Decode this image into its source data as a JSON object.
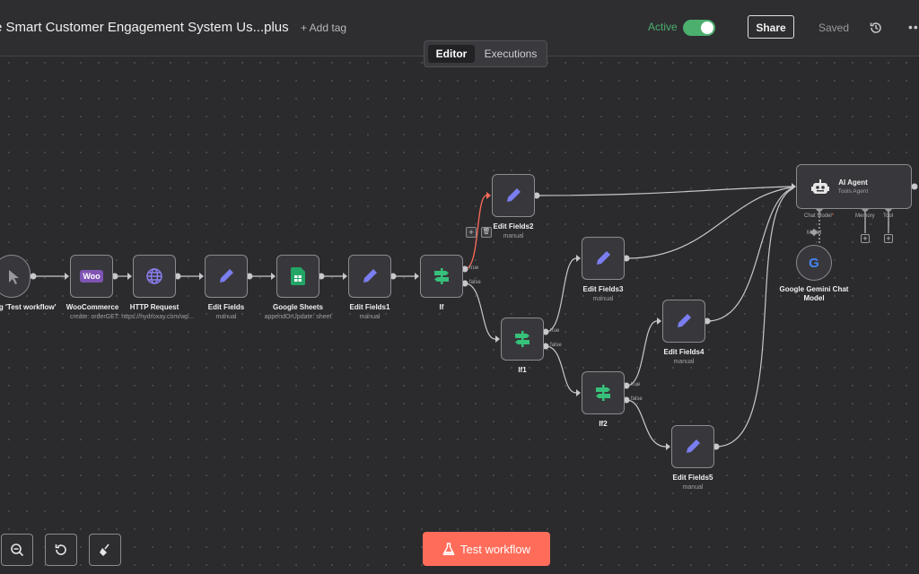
{
  "header": {
    "title": "e Smart Customer Engagement System Us...plus",
    "add_tag": "+ Add tag",
    "active_label": "Active",
    "share": "Share",
    "saved": "Saved",
    "more": "•••"
  },
  "tabs": [
    "Editor",
    "Executions"
  ],
  "nodes": {
    "trigger": {
      "label": "en clicking 'Test workflow'"
    },
    "woocommerce": {
      "label": "WooCommerce",
      "sub": "create: orderGET: https://hydroxay.com/wp...",
      "icon_text": "Woo"
    },
    "http": {
      "label": "HTTP Request"
    },
    "edit_fields": {
      "label": "Edit Fields",
      "sub": "manual"
    },
    "sheets": {
      "label": "Google Sheets",
      "sub": "appendOrUpdate: sheet"
    },
    "edit_fields1": {
      "label": "Edit Fields1",
      "sub": "manual"
    },
    "if": {
      "label": "If",
      "true": "true",
      "false": "false"
    },
    "edit_fields2": {
      "label": "Edit Fields2",
      "sub": "manual"
    },
    "if1": {
      "label": "If1",
      "true": "true",
      "false": "false"
    },
    "edit_fields3": {
      "label": "Edit Fields3",
      "sub": "manual"
    },
    "if2": {
      "label": "If2",
      "true": "true",
      "false": "false"
    },
    "edit_fields4": {
      "label": "Edit Fields4",
      "sub": "manual"
    },
    "edit_fields5": {
      "label": "Edit Fields5",
      "sub": "manual"
    },
    "agent": {
      "label": "AI Agent",
      "sub": "Tools Agent",
      "chat_model": "Chat Model",
      "required": "*",
      "memory": "Memory",
      "tool": "Tool",
      "model": "Model"
    },
    "gemini": {
      "label": "Google Gemini Chat Model",
      "icon_text": "G"
    }
  },
  "edge_tools": {
    "add": "+",
    "delete": "🗑"
  },
  "bottom": {
    "test_workflow": "Test workflow"
  },
  "colors": {
    "accent": "#ff6d5a",
    "active": "#4caf6e",
    "edit_icon": "#7b7ef0",
    "if_icon": "#36c07a",
    "edge": "#c8c8cc",
    "edge_highlight": "#ff6d5a"
  }
}
